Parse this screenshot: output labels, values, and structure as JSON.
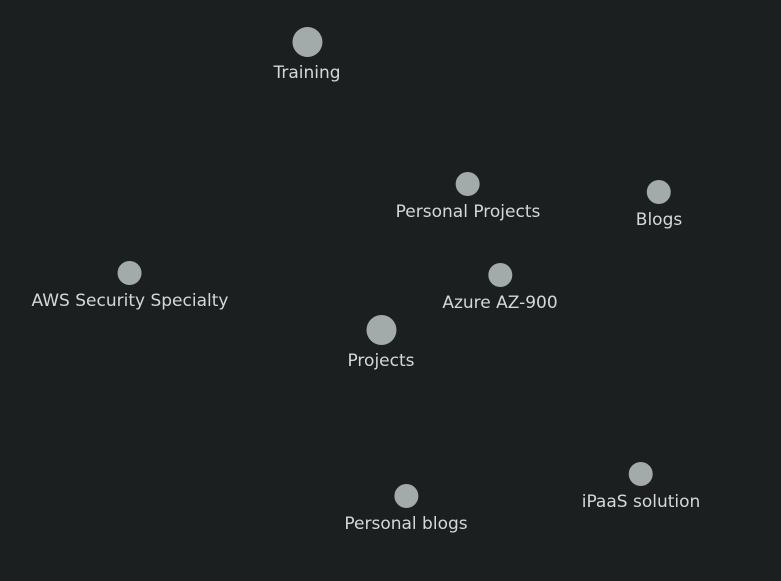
{
  "graph": {
    "nodes": [
      {
        "id": "training",
        "label": "Training"
      },
      {
        "id": "personal-projects",
        "label": "Personal Projects"
      },
      {
        "id": "blogs",
        "label": "Blogs"
      },
      {
        "id": "aws-security-specialty",
        "label": "AWS Security Specialty"
      },
      {
        "id": "azure-az-900",
        "label": "Azure AZ-900"
      },
      {
        "id": "projects",
        "label": "Projects"
      },
      {
        "id": "personal-blogs",
        "label": "Personal blogs"
      },
      {
        "id": "ipaas-solution",
        "label": "iPaaS solution"
      }
    ],
    "colors": {
      "background": "#1b1f1f",
      "node": "#a3aaaa",
      "label": "#d4d8d8"
    }
  }
}
